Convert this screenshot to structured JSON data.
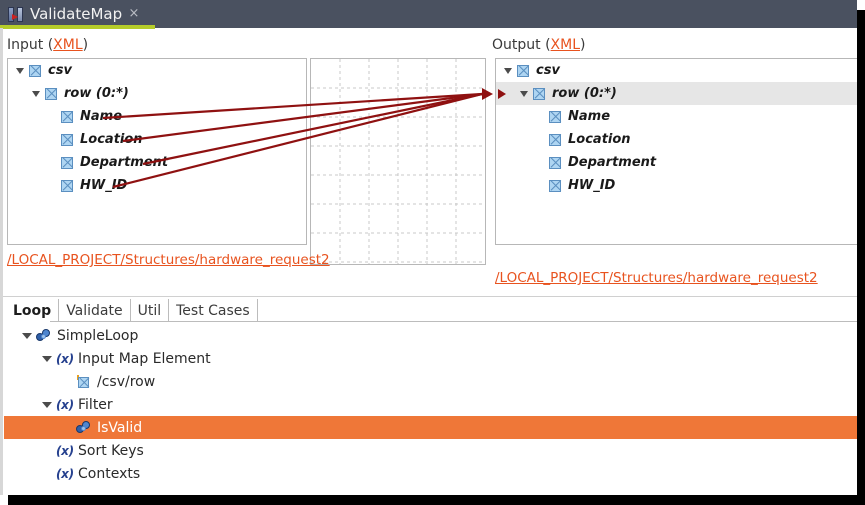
{
  "window": {
    "tab_title": "ValidateMap",
    "close_label": "×",
    "accent_color": "#b5cc2a",
    "titlebar_color": "#4a5160"
  },
  "input_panel": {
    "header_prefix": "Input (",
    "header_link": "XML",
    "header_suffix": ")",
    "path_link": "/LOCAL_PROJECT/Structures/hardware_request2",
    "tree": [
      {
        "label": "csv",
        "indent": 0,
        "expanded": true,
        "twisty": true,
        "selected": false
      },
      {
        "label": "row (0:*)",
        "indent": 1,
        "expanded": true,
        "twisty": true,
        "selected": false
      },
      {
        "label": "Name",
        "indent": 2,
        "expanded": false,
        "twisty": false,
        "selected": false
      },
      {
        "label": "Location",
        "indent": 2,
        "expanded": false,
        "twisty": false,
        "selected": false
      },
      {
        "label": "Department",
        "indent": 2,
        "expanded": false,
        "twisty": false,
        "selected": false
      },
      {
        "label": "HW_ID",
        "indent": 2,
        "expanded": false,
        "twisty": false,
        "selected": false
      }
    ]
  },
  "output_panel": {
    "header_prefix": "Output (",
    "header_link": "XML",
    "header_suffix": ")",
    "path_link": "/LOCAL_PROJECT/Structures/hardware_request2",
    "tree": [
      {
        "label": "csv",
        "indent": 0,
        "expanded": true,
        "twisty": true,
        "selected": false,
        "arrow": false
      },
      {
        "label": "row (0:*)",
        "indent": 1,
        "expanded": true,
        "twisty": true,
        "selected": true,
        "arrow": true
      },
      {
        "label": "Name",
        "indent": 2,
        "expanded": false,
        "twisty": false,
        "selected": false,
        "arrow": false
      },
      {
        "label": "Location",
        "indent": 2,
        "expanded": false,
        "twisty": false,
        "selected": false,
        "arrow": false
      },
      {
        "label": "Department",
        "indent": 2,
        "expanded": false,
        "twisty": false,
        "selected": false,
        "arrow": false
      },
      {
        "label": "HW_ID",
        "indent": 2,
        "expanded": false,
        "twisty": false,
        "selected": false,
        "arrow": false
      }
    ]
  },
  "mapping_canvas": {
    "line_color": "#8f1111",
    "grid_color": "#c8c8c8",
    "connections": [
      {
        "from": "Name",
        "to": "row (0:*)"
      },
      {
        "from": "Location",
        "to": "row (0:*)"
      },
      {
        "from": "Department",
        "to": "row (0:*)"
      },
      {
        "from": "HW_ID",
        "to": "row (0:*)"
      }
    ]
  },
  "workspace_tabs": [
    {
      "label": "Loop",
      "active": true
    },
    {
      "label": "Validate",
      "active": false
    },
    {
      "label": "Util",
      "active": false
    },
    {
      "label": "Test Cases",
      "active": false
    }
  ],
  "bottom_tree": {
    "selection_color": "#ef7738",
    "rows": [
      {
        "label": "SimpleLoop",
        "indent": 0,
        "icon": "gears-icon",
        "twisty": true,
        "selected": false
      },
      {
        "label": "Input Map Element",
        "indent": 1,
        "icon": "fx-icon",
        "twisty": true,
        "selected": false
      },
      {
        "label": "/csv/row",
        "indent": 2,
        "icon": "mapnode-icon",
        "twisty": false,
        "selected": false
      },
      {
        "label": "Filter",
        "indent": 1,
        "icon": "fx-icon",
        "twisty": true,
        "selected": false
      },
      {
        "label": "IsValid",
        "indent": 2,
        "icon": "gears-icon",
        "twisty": false,
        "selected": true
      },
      {
        "label": "Sort Keys",
        "indent": 1,
        "icon": "fx-icon",
        "twisty": false,
        "selected": false
      },
      {
        "label": "Contexts",
        "indent": 1,
        "icon": "fx-icon",
        "twisty": false,
        "selected": false
      }
    ],
    "fx_glyph": "(x)"
  }
}
